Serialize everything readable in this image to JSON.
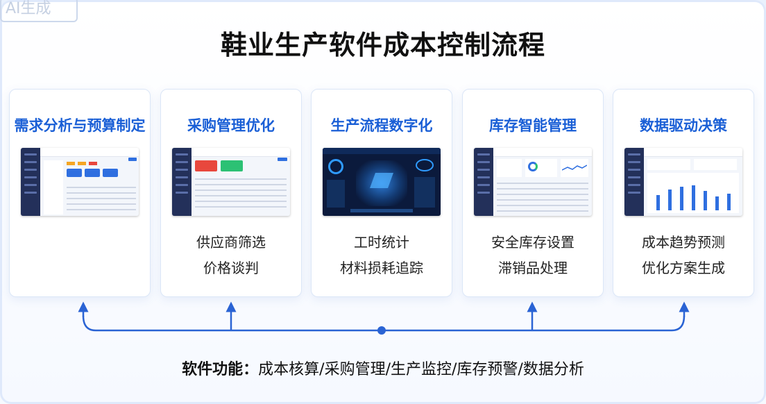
{
  "badge": "AI生成",
  "title": "鞋业生产软件成本控制流程",
  "cards": [
    {
      "title": "需求分析与预算制定",
      "items": []
    },
    {
      "title": "采购管理优化",
      "items": [
        "供应商筛选",
        "价格谈判"
      ]
    },
    {
      "title": "生产流程数字化",
      "items": [
        "工时统计",
        "材料损耗追踪"
      ]
    },
    {
      "title": "库存智能管理",
      "items": [
        "安全库存设置",
        "滞销品处理"
      ]
    },
    {
      "title": "数据驱动决策",
      "items": [
        "成本趋势预测",
        "优化方案生成"
      ]
    }
  ],
  "footer": {
    "label": "软件功能：",
    "text": "成本核算/采购管理/生产监控/库存预警/数据分析"
  },
  "colors": {
    "accent": "#1a5fd6",
    "arrow": "#2a63d4",
    "sidebar": "#23305a"
  }
}
